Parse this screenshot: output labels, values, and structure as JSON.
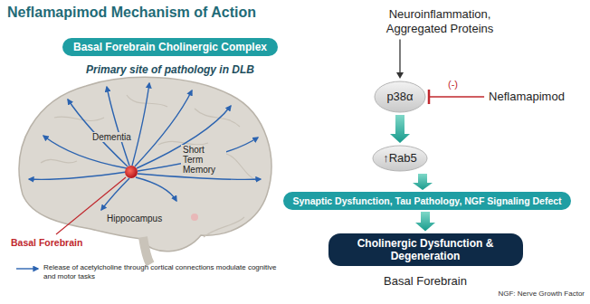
{
  "diagram": {
    "title": "Neflamapimod Mechanism of Action",
    "nodes": [
      {
        "text": [
          "Basal Forebrain Cholinergic Complex"
        ]
      },
      {
        "text": [
          "Neuroinflammation, Aggregated Proteins"
        ]
      },
      {
        "text": [
          "p38α"
        ]
      },
      {
        "text": [
          "Neflamapimod"
        ]
      },
      {
        "text": [
          "↑Rab5"
        ]
      },
      {
        "text": [
          "Synaptic Dysfunction, Tau Pathology, NGF Signaling Defect"
        ]
      },
      {
        "text": [
          "Cholinergic Dysfunction & Degeneration"
        ]
      }
    ],
    "edges": [
      {
        "from": 1,
        "to": 2,
        "arrow": "to"
      },
      {
        "from": 3,
        "to": 2,
        "arrow": "to",
        "label": "(-)"
      },
      {
        "from": 2,
        "to": 4,
        "arrow": "to"
      },
      {
        "from": 4,
        "to": 5,
        "arrow": "to"
      },
      {
        "from": 5,
        "to": 6,
        "arrow": "to"
      }
    ],
    "labels": [
      "Primary site of pathology in DLB",
      "Dementia",
      "Short Term Memory",
      "Basal Forebrain",
      "Hippocampus",
      "Basal Forebrain",
      "NGF: Nerve Growth Factor"
    ],
    "legend": [
      {
        "text": "Release of acetylcholine through cortical connections modulate cognitive and motor tasks"
      }
    ]
  }
}
